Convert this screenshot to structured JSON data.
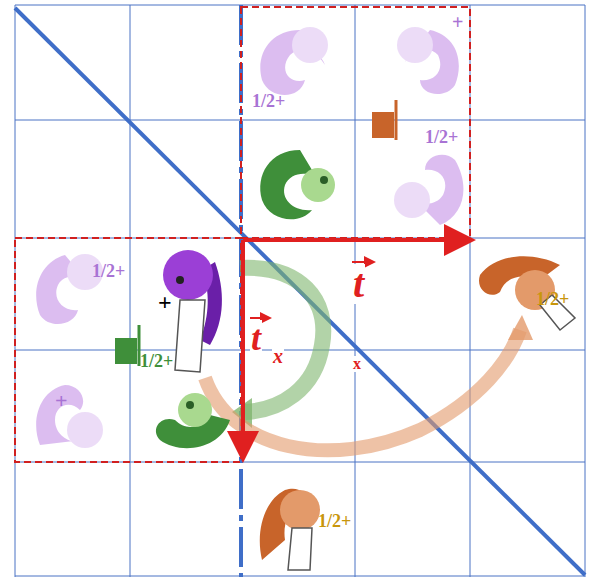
{
  "diagram": {
    "labels": [
      "+",
      "1/2+",
      "1/2+",
      "1/2+",
      "+",
      "1/2+",
      "+",
      "t",
      "t",
      "x",
      "x",
      "1/2+",
      "1/2+"
    ]
  }
}
